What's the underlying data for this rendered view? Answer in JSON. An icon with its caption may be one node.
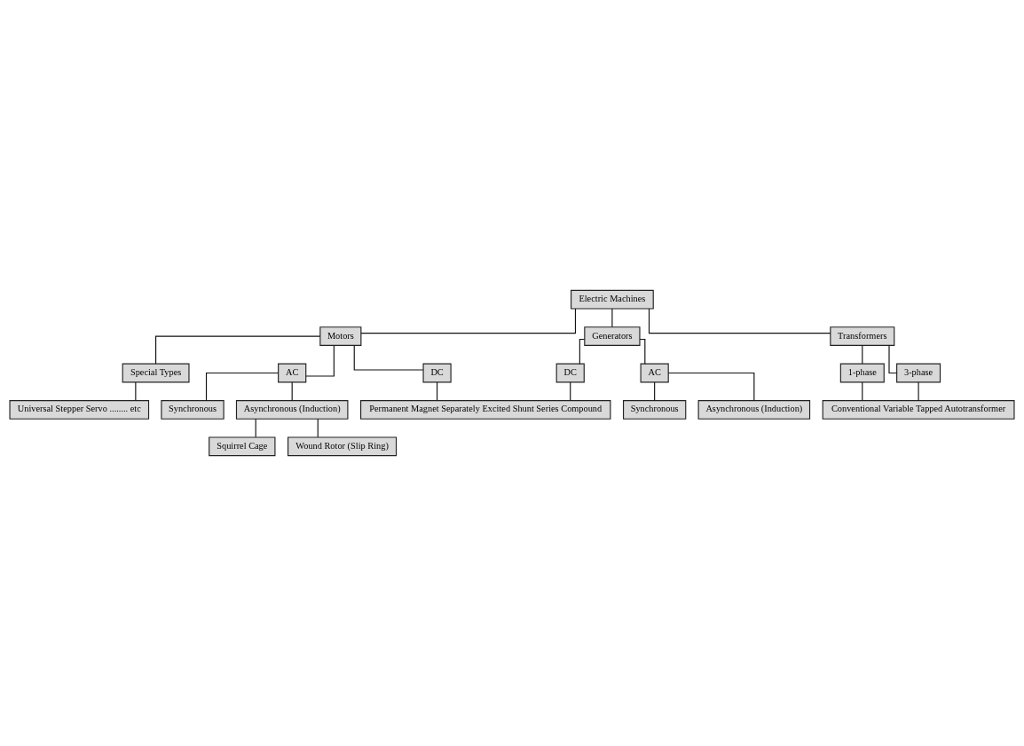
{
  "diagram": {
    "nodes": [
      {
        "text": [
          "Electric Machines"
        ]
      },
      {
        "text": [
          "Motors"
        ]
      },
      {
        "text": [
          "Transformers"
        ]
      },
      {
        "text": [
          "Generators"
        ]
      },
      {
        "text": [
          "Special Types"
        ]
      },
      {
        "text": [
          "AC"
        ]
      },
      {
        "text": [
          "DC"
        ]
      },
      {
        "text": [
          "1-phase"
        ]
      },
      {
        "text": [
          "3-phase"
        ]
      },
      {
        "text": [
          "DC"
        ]
      },
      {
        "text": [
          "AC"
        ]
      },
      {
        "text": [
          "Universal Stepper Servo ........ etc"
        ]
      },
      {
        "text": [
          "Synchronous"
        ]
      },
      {
        "text": [
          "Asynchronous (Induction)"
        ]
      },
      {
        "text": [
          "Conventional Variable Tapped Autotransformer"
        ]
      },
      {
        "text": [
          "Permanent Magnet Separately Excited Shunt Series Compound"
        ]
      },
      {
        "text": [
          "Synchronous"
        ]
      },
      {
        "text": [
          "Asynchronous (Induction)"
        ]
      },
      {
        "text": [
          "Squirrel Cage"
        ]
      },
      {
        "text": [
          "Wound Rotor (Slip Ring)"
        ]
      }
    ],
    "edges": [
      {
        "from": 0,
        "to": 1,
        "arrow": "none"
      },
      {
        "from": 0,
        "to": 2,
        "arrow": "none"
      },
      {
        "from": 0,
        "to": 3,
        "arrow": "none"
      },
      {
        "from": 1,
        "to": 4,
        "arrow": "none"
      },
      {
        "from": 1,
        "to": 5,
        "arrow": "none"
      },
      {
        "from": 1,
        "to": 6,
        "arrow": "none"
      },
      {
        "from": 2,
        "to": 7,
        "arrow": "none"
      },
      {
        "from": 2,
        "to": 8,
        "arrow": "none"
      },
      {
        "from": 3,
        "to": 9,
        "arrow": "none"
      },
      {
        "from": 3,
        "to": 10,
        "arrow": "none"
      },
      {
        "from": 4,
        "to": 11,
        "arrow": "none"
      },
      {
        "from": 5,
        "to": 12,
        "arrow": "none"
      },
      {
        "from": 5,
        "to": 13,
        "arrow": "none"
      },
      {
        "from": 7,
        "to": 14,
        "arrow": "none"
      },
      {
        "from": 8,
        "to": 14,
        "arrow": "none"
      },
      {
        "from": 10,
        "to": 16,
        "arrow": "none"
      },
      {
        "from": 10,
        "to": 17,
        "arrow": "none"
      },
      {
        "from": 6,
        "to": 15,
        "arrow": "none"
      },
      {
        "from": 9,
        "to": 15,
        "arrow": "none"
      },
      {
        "from": 13,
        "to": 18,
        "arrow": "none"
      },
      {
        "from": 13,
        "to": 19,
        "arrow": "none"
      }
    ]
  }
}
